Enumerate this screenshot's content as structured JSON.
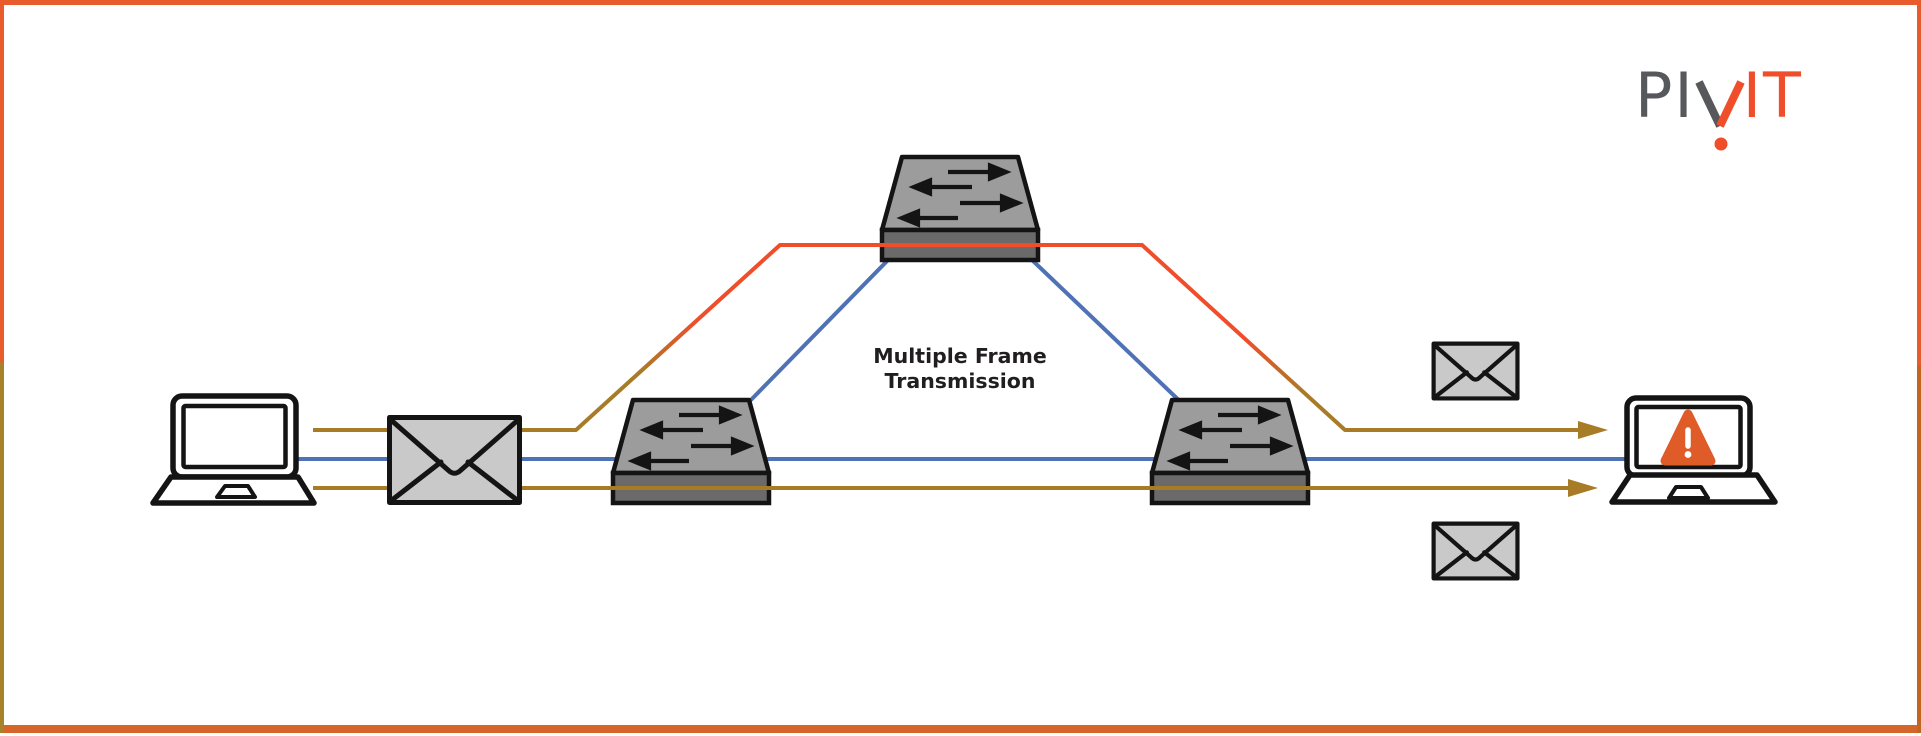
{
  "diagram": {
    "caption": {
      "line1": "Multiple Frame",
      "line2": "Transmission"
    },
    "logo": {
      "left": "PI",
      "vee": "V",
      "right": "IT"
    },
    "colors": {
      "border_orange": "#e75b2c",
      "border_gold": "#a8822a",
      "border_rust": "#c2661f",
      "border_bottom": "#d4662a",
      "blue_path": "#4f71b6",
      "gold_path": "#a87c26",
      "red_path": "#f04d2a",
      "switch_top_face": "#9c9c9c",
      "switch_front_face": "#6a6a6a",
      "outline_black": "#141414",
      "envelope_fill": "#c9c9c9",
      "warning_orange": "#df5b28",
      "logo_gray": "#57585b",
      "logo_orange": "#f04d2a",
      "caption_color": "#211e1f"
    }
  }
}
